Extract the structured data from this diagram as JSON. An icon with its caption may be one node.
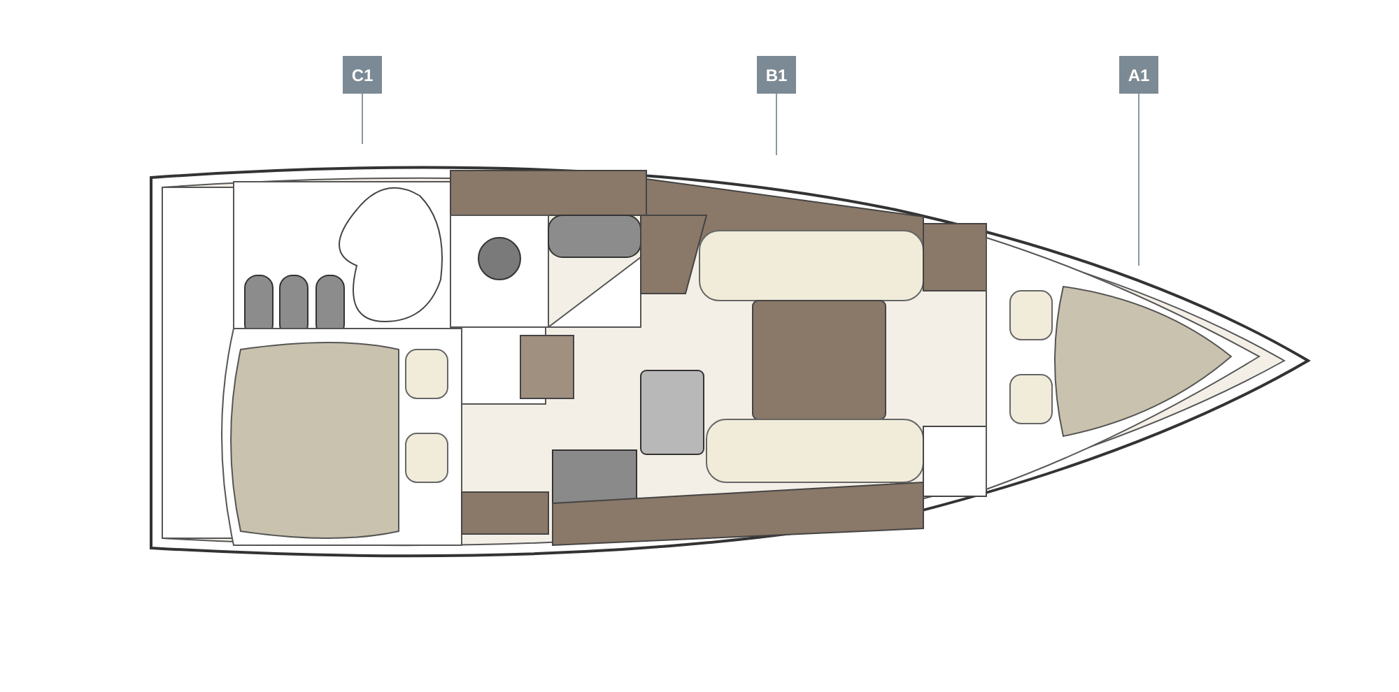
{
  "diagram": {
    "nodes": [
      {
        "text": [
          "C1"
        ]
      },
      {
        "text": [
          "B1"
        ]
      },
      {
        "text": [
          "A1"
        ]
      }
    ],
    "edges": [
      {
        "from": 0,
        "to": null,
        "arrow": "none"
      },
      {
        "from": 1,
        "to": null,
        "arrow": "none"
      },
      {
        "from": 2,
        "to": null,
        "arrow": "none"
      }
    ]
  }
}
